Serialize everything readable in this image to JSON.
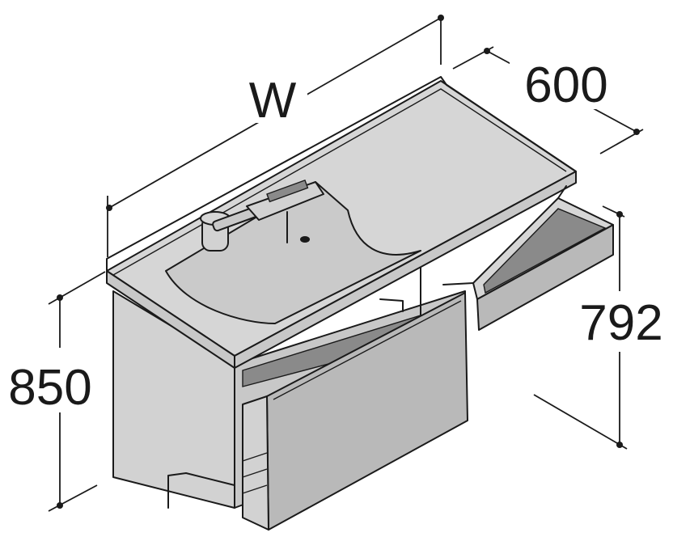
{
  "dimensions": {
    "width_label": "W",
    "depth_label": "600",
    "height_label": "850",
    "counter_height_label": "792"
  }
}
